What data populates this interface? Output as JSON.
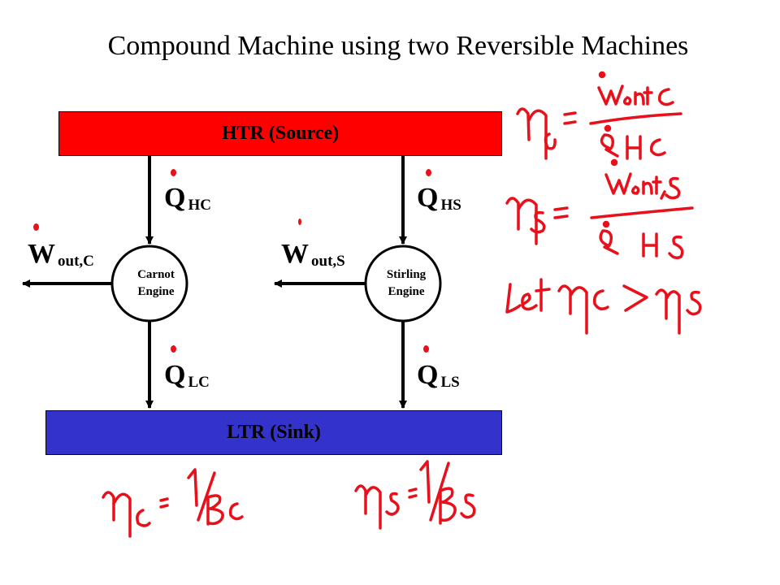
{
  "title": "Compound Machine using two Reversible Machines",
  "htr": {
    "label": "HTR (Source)",
    "color": "#ff0000"
  },
  "ltr": {
    "label": "LTR (Sink)",
    "color": "#3333cc"
  },
  "carnot": {
    "line1": "Carnot",
    "line2": "Engine"
  },
  "stirling": {
    "line1": "Stirling",
    "line2": "Engine"
  },
  "flows": {
    "q_hc": {
      "main": "Q",
      "sub": "HC"
    },
    "q_hs": {
      "main": "Q",
      "sub": "HS"
    },
    "q_lc": {
      "main": "Q",
      "sub": "LC"
    },
    "q_ls": {
      "main": "Q",
      "sub": "LS"
    },
    "w_out_c": {
      "main": "W",
      "sub": "out,C"
    },
    "w_out_s": {
      "main": "W",
      "sub": "out,S"
    }
  },
  "handwriting": {
    "color": "#e8101a",
    "notes": [
      "ηc = Ẇout,C / Q̇HC",
      "ηs = Ẇout,S / Q̇HS",
      "let ηc > ηs",
      "ηc = 1/βc",
      "ηs = 1/βs"
    ]
  }
}
